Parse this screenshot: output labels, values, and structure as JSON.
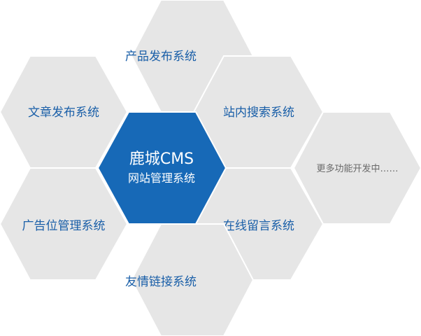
{
  "center": {
    "title": "鹿城CMS",
    "subtitle": "网站管理系统"
  },
  "modules": [
    {
      "id": "product",
      "label": "产品发布系统"
    },
    {
      "id": "article",
      "label": "文章发布系统"
    },
    {
      "id": "search",
      "label": "站内搜索系统"
    },
    {
      "id": "ads",
      "label": "广告位管理系统"
    },
    {
      "id": "message",
      "label": "在线留言系统"
    },
    {
      "id": "links",
      "label": "友情链接系统"
    }
  ],
  "upcoming": {
    "label": "更多功能开发中……"
  },
  "colors": {
    "center_fill": "#1769b7",
    "cell_fill": "#e6e6e6",
    "label_text": "#1a5fa8",
    "muted_text": "#6a6a6a"
  }
}
